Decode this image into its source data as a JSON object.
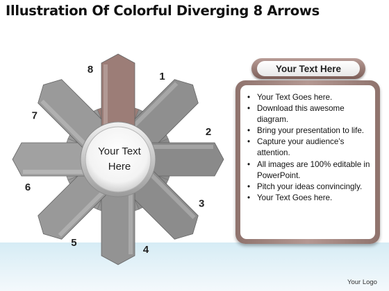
{
  "title": "Illustration Of Colorful Diverging 8 Arrows",
  "hub": {
    "line1": "Your Text",
    "line2": "Here"
  },
  "arrows": [
    {
      "label": "1",
      "fill": "#8f8f8f"
    },
    {
      "label": "2",
      "fill": "#8a8a8a"
    },
    {
      "label": "3",
      "fill": "#8c8c8c"
    },
    {
      "label": "4",
      "fill": "#939393"
    },
    {
      "label": "5",
      "fill": "#999999"
    },
    {
      "label": "6",
      "fill": "#a1a1a1"
    },
    {
      "label": "7",
      "fill": "#9a9a9a"
    },
    {
      "label": "8",
      "fill": "#9c7d77"
    }
  ],
  "panel": {
    "header": "Your Text Here",
    "bullets": [
      "Your Text Goes here.",
      "Download this awesome diagram.",
      "Bring your presentation to life.",
      "Capture your audience’s attention.",
      "All images are 100% editable in PowerPoint.",
      "Pitch your ideas convincingly.",
      "Your Text Goes here."
    ]
  },
  "footer": {
    "logo": "Your Logo"
  },
  "colors": {
    "accent": "#8f736d",
    "gray_arrow": "#929292",
    "highlight_arrow": "#9c7d77"
  }
}
